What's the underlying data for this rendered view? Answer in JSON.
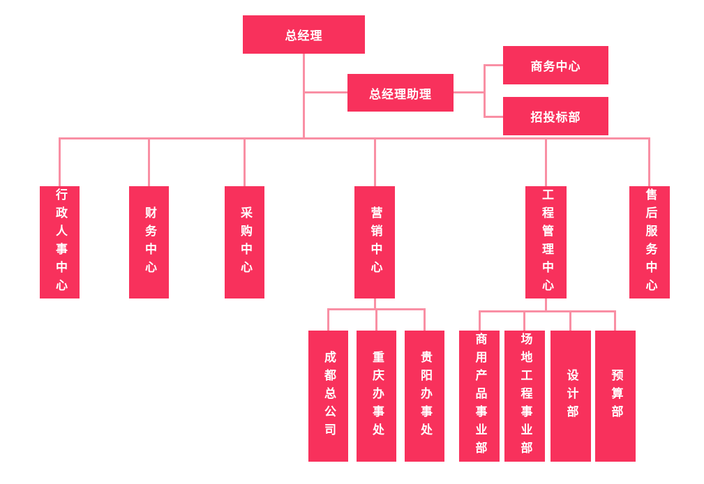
{
  "colors": {
    "node_fill": "#F8315C",
    "connector": "#F98FA4",
    "node_text": "#FFFFFF",
    "background": "#FFFFFF"
  },
  "orgchart": {
    "type": "organization-chart",
    "root": {
      "label": "总经理"
    },
    "assistant": {
      "label": "总经理助理"
    },
    "assistant_children": [
      {
        "label": "商务中心"
      },
      {
        "label": "招投标部"
      }
    ],
    "departments": [
      {
        "label": "行政人事中心"
      },
      {
        "label": "财务中心"
      },
      {
        "label": "采购中心"
      },
      {
        "label": "营销中心"
      },
      {
        "label": "工程管理中心"
      },
      {
        "label": "售后服务中心"
      }
    ],
    "marketing_children": [
      {
        "label": "成都总公司"
      },
      {
        "label": "重庆办事处"
      },
      {
        "label": "贵阳办事处"
      }
    ],
    "engineering_children": [
      {
        "label": "商用产品事业部"
      },
      {
        "label": "场地工程事业部"
      },
      {
        "label": "设计部"
      },
      {
        "label": "预算部"
      }
    ]
  }
}
